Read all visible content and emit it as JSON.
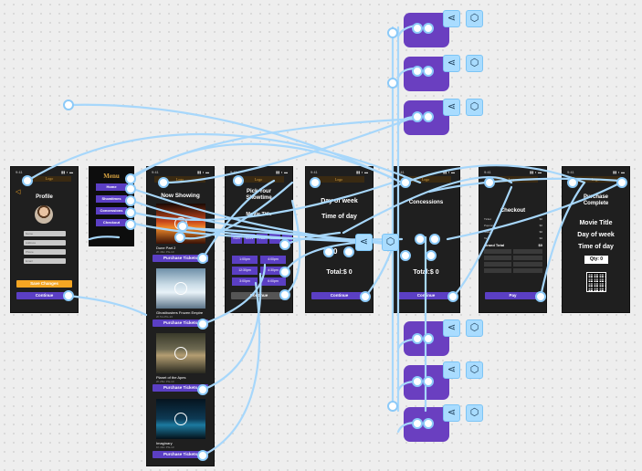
{
  "status": {
    "time": "9:41"
  },
  "profile": {
    "logo": "Logo",
    "title": "Profile",
    "fields": [
      "Name",
      "Address",
      "Phone",
      "Email"
    ],
    "save_label": "Save Changes",
    "continue_label": "Continue"
  },
  "menu": {
    "title": "Menu",
    "items": [
      "Home",
      "Showtimes",
      "Concessions",
      "Checkout"
    ]
  },
  "now_showing": {
    "title": "Now Showing",
    "movies": [
      {
        "name": "Dune Part 2",
        "sub": "2h 46m  PG-13"
      },
      {
        "name": "Ghostbusters Frozen Empire",
        "sub": "2h 5m  PG-13"
      },
      {
        "name": "Planet of the Apes",
        "sub": "2h 25m  PG-13"
      },
      {
        "name": "Imaginary",
        "sub": "1h 44m  PG-13"
      }
    ],
    "purchase_label": "Purchase Tickets"
  },
  "showtime": {
    "title_line1": "Pick Your",
    "title_line2": "Showtime",
    "movie_title": "Movie Title",
    "days": [
      "SUN",
      "MON",
      "TUE",
      "WED",
      "THU"
    ],
    "times": [
      "1:00pm",
      "4:00pm",
      "12:30pm",
      "4:30pm",
      "3:00pm",
      "6:00pm"
    ],
    "continue_label": "Continue"
  },
  "tickets": {
    "day_of_week": "Day of week",
    "time_of_day": "Time of day",
    "counter": "0",
    "total": "Total:$ 0",
    "continue_label": "Continue"
  },
  "concessions": {
    "title": "Concessions",
    "total": "Total:$ 0",
    "continue_label": "Continue"
  },
  "checkout": {
    "title": "Checkout",
    "rows": [
      {
        "label": "Ticket",
        "value": "$0"
      },
      {
        "label": "Popcorn",
        "value": "$0"
      },
      {
        "label": "Soda",
        "value": "$0"
      },
      {
        "label": "Tax",
        "value": "$0"
      }
    ],
    "grand_total_label": "Grand Total",
    "grand_total_value": "$0",
    "pay_label": "Pay"
  },
  "complete": {
    "line1": "Purchase",
    "line2": "Complete",
    "movie_title": "Movie Title",
    "day_of_week": "Day of week",
    "time_of_day": "Time of day",
    "qty": "Qty: 0"
  },
  "colors": {
    "accent": "#5b3fc4",
    "node": "#6a3fc0",
    "connector": "#8ccaf8",
    "screen": "#1f1f1f",
    "save": "#f5a623"
  }
}
